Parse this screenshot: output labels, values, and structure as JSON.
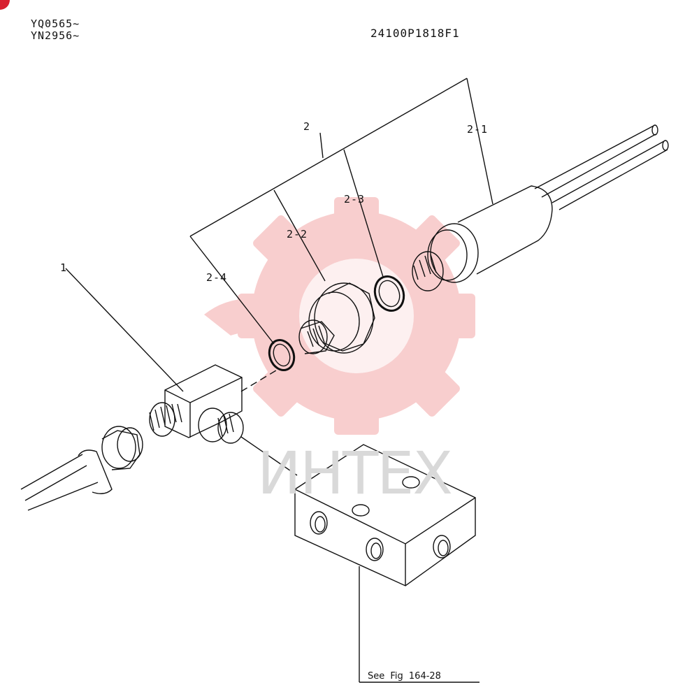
{
  "header": {
    "serial_1": "YQ0565~",
    "serial_2": "YN2956~",
    "drawing_number": "24100P1818F1"
  },
  "callouts": {
    "c1": "1",
    "c2": "2",
    "c2_1": "2-1",
    "c2_2": "2-2",
    "c2_3": "2-3",
    "c2_4": "2-4"
  },
  "reference_note": "See Fig 164-28",
  "watermark": {
    "text": "ИНТЕХ",
    "gear_color": "#f7c6c6",
    "text_color": "#d9d9d9"
  },
  "colors": {
    "line": "#111111",
    "corner_mark": "#d8202f"
  }
}
